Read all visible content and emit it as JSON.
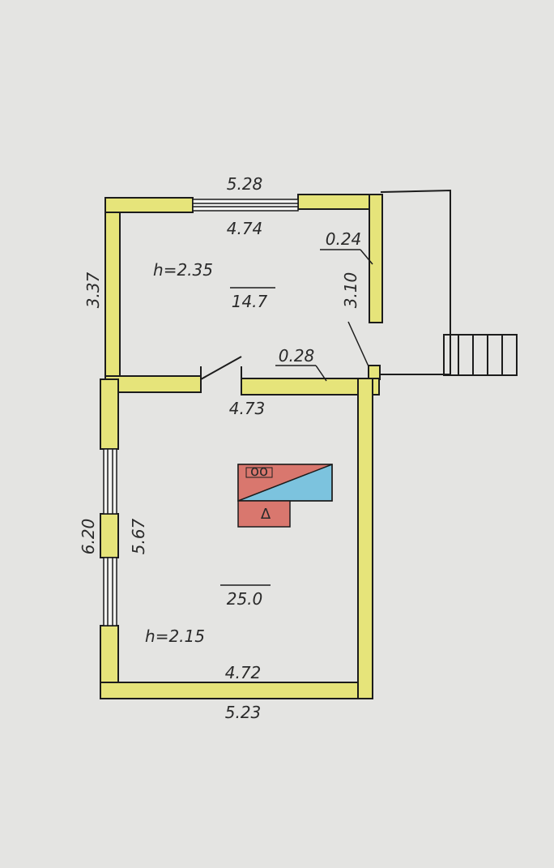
{
  "plan": {
    "colors": {
      "paper": "#e4e4e2",
      "wall_fill": "#e6e47a",
      "wall_stroke": "#1c1c1c",
      "stove_red": "#d9776e",
      "stove_blue": "#7cc3de"
    },
    "upper_room": {
      "outer_width": "5.28",
      "inner_width": "4.74",
      "outer_height": "3.37",
      "height": "h=2.35",
      "area": "14.7"
    },
    "porch": {
      "wall_thickness": "0.24",
      "length": "3.10",
      "door_wall": "0.28"
    },
    "lower_room": {
      "inner_width_top": "4.73",
      "outer_height": "6.20",
      "inner_height": "5.67",
      "area": "25.0",
      "height": "h=2.15",
      "inner_width_bottom": "4.72",
      "outer_width": "5.23"
    },
    "stove": {
      "burner_symbol": "oo",
      "oven_symbol": "Δ"
    },
    "icons": [
      "stairs-icon",
      "door-swing-icon",
      "window-icon",
      "stove-icon"
    ]
  }
}
